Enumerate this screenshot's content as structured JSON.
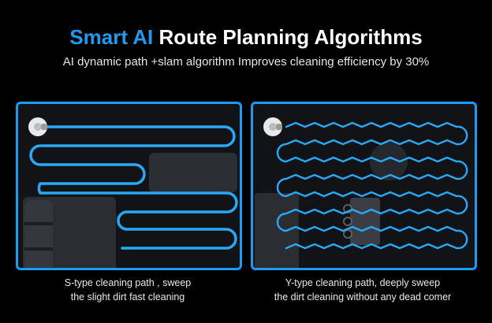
{
  "header": {
    "title_accent": "Smart AI",
    "title_rest": "Route Planning Algorithms",
    "subtitle": "AI dynamic path +slam algorithm Improves cleaning efficiency by 30%"
  },
  "colors": {
    "accent": "#1e9bf0",
    "path": "#2aa7f5",
    "background": "#000000",
    "panel_fill": "#121316"
  },
  "panels": [
    {
      "caption_line1": "S-type cleaning path , sweep",
      "caption_line2": "the slight dirt fast cleaning"
    },
    {
      "caption_line1": "Y-type cleaning path, deeply sweep",
      "caption_line2": "the dirt cleaning without any dead comer"
    }
  ]
}
